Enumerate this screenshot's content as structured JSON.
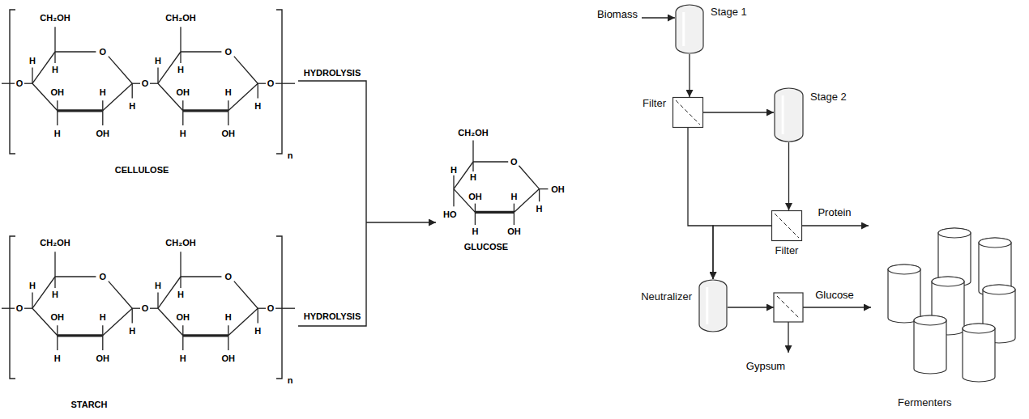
{
  "diagram": {
    "nodes": [
      {
        "text": [
          "Stage 1"
        ]
      },
      {
        "text": [
          "Filter"
        ]
      },
      {
        "text": [
          "Stage 2"
        ]
      },
      {
        "text": [
          "Filter"
        ]
      },
      {
        "text": [
          "Neutralizer"
        ]
      },
      {
        "text": [
          "Fermenters"
        ]
      }
    ],
    "edges": [
      {
        "from": 0,
        "to": 1,
        "arrow": "to"
      },
      {
        "from": 1,
        "to": 2,
        "arrow": "to"
      },
      {
        "from": 2,
        "to": 3,
        "arrow": "to"
      },
      {
        "from": 1,
        "to": 4,
        "arrow": "to"
      },
      {
        "from": 3,
        "to": 4,
        "arrow": "to"
      }
    ],
    "labels": [
      "CELLULOSE",
      "STARCH",
      "HYDROLYSIS",
      "HYDROLYSIS",
      "GLUCOSE",
      "Biomass",
      "Protein",
      "Glucose",
      "Gypsum",
      "CH₂OH",
      "O",
      "H",
      "H",
      "OH",
      "H",
      "H",
      "OH",
      "H",
      "CH₂OH",
      "O",
      "H",
      "H",
      "OH",
      "H",
      "H",
      "OH",
      "H",
      "CH₂OH",
      "O",
      "H",
      "H",
      "OH",
      "H",
      "H",
      "OH",
      "H",
      "CH₂OH",
      "O",
      "H",
      "H",
      "OH",
      "H",
      "H",
      "OH",
      "H",
      "CH₂OH",
      "O",
      "H",
      "H",
      "OH",
      "H",
      "H",
      "OH",
      "H",
      "HO",
      "OH",
      "O",
      "O",
      "O",
      "n",
      "O",
      "O",
      "O",
      "n"
    ]
  }
}
